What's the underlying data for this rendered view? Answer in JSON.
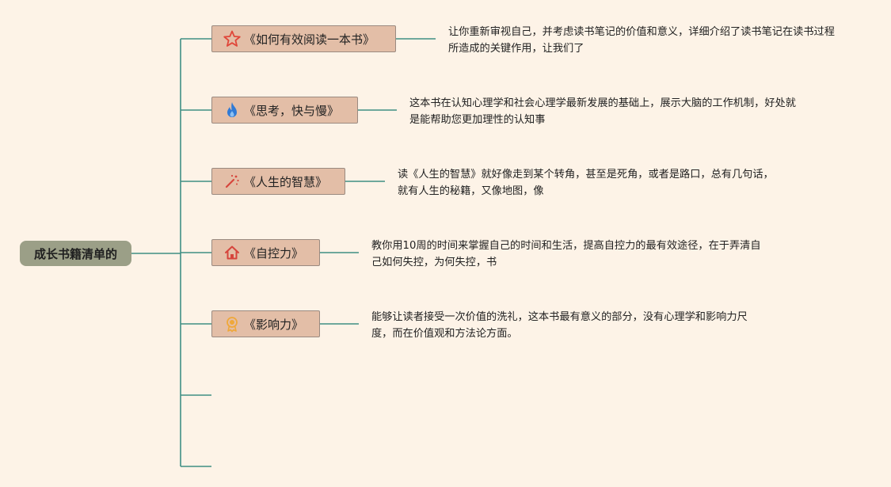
{
  "root": {
    "label": "成长书籍清单的"
  },
  "books": [
    {
      "title": "《如何有效阅读一本书》",
      "icon": "star-icon",
      "icon_color": "#e0473a",
      "desc": "让你重新审视自己，并考虑读书笔记的价值和意义，详细介绍了读书笔记在读书过程所造成的关键作用，让我们了"
    },
    {
      "title": "《思考，快与慢》",
      "icon": "flame-icon",
      "icon_color": "#2f7ad6",
      "desc": "这本书在认知心理学和社会心理学最新发展的基础上，展示大脑的工作机制，好处就是能帮助您更加理性的认知事"
    },
    {
      "title": "《人生的智慧》",
      "icon": "magic-wand-icon",
      "icon_color": "#d6453c",
      "desc": "读《人生的智慧》就好像走到某个转角，甚至是死角，或者是路口，总有几句话，就有人生的秘籍，又像地图，像"
    },
    {
      "title": "《自控力》",
      "icon": "home-icon",
      "icon_color": "#d6453c",
      "desc": "教你用10周的时间来掌握自己的时间和生活，提高自控力的最有效途径，在于弄清自己如何失控，为何失控，书"
    },
    {
      "title": "《影响力》",
      "icon": "award-icon",
      "icon_color": "#efa83a",
      "desc": "能够让读者接受一次价值的洗礼，这本书最有意义的部分，没有心理学和影响力尺度，而在价值观和方法论方面。"
    }
  ],
  "colors": {
    "connector": "#3f8f84",
    "background": "#fdf3e7",
    "node_fill": "#e3bea7",
    "root_fill": "#9b9f87"
  }
}
